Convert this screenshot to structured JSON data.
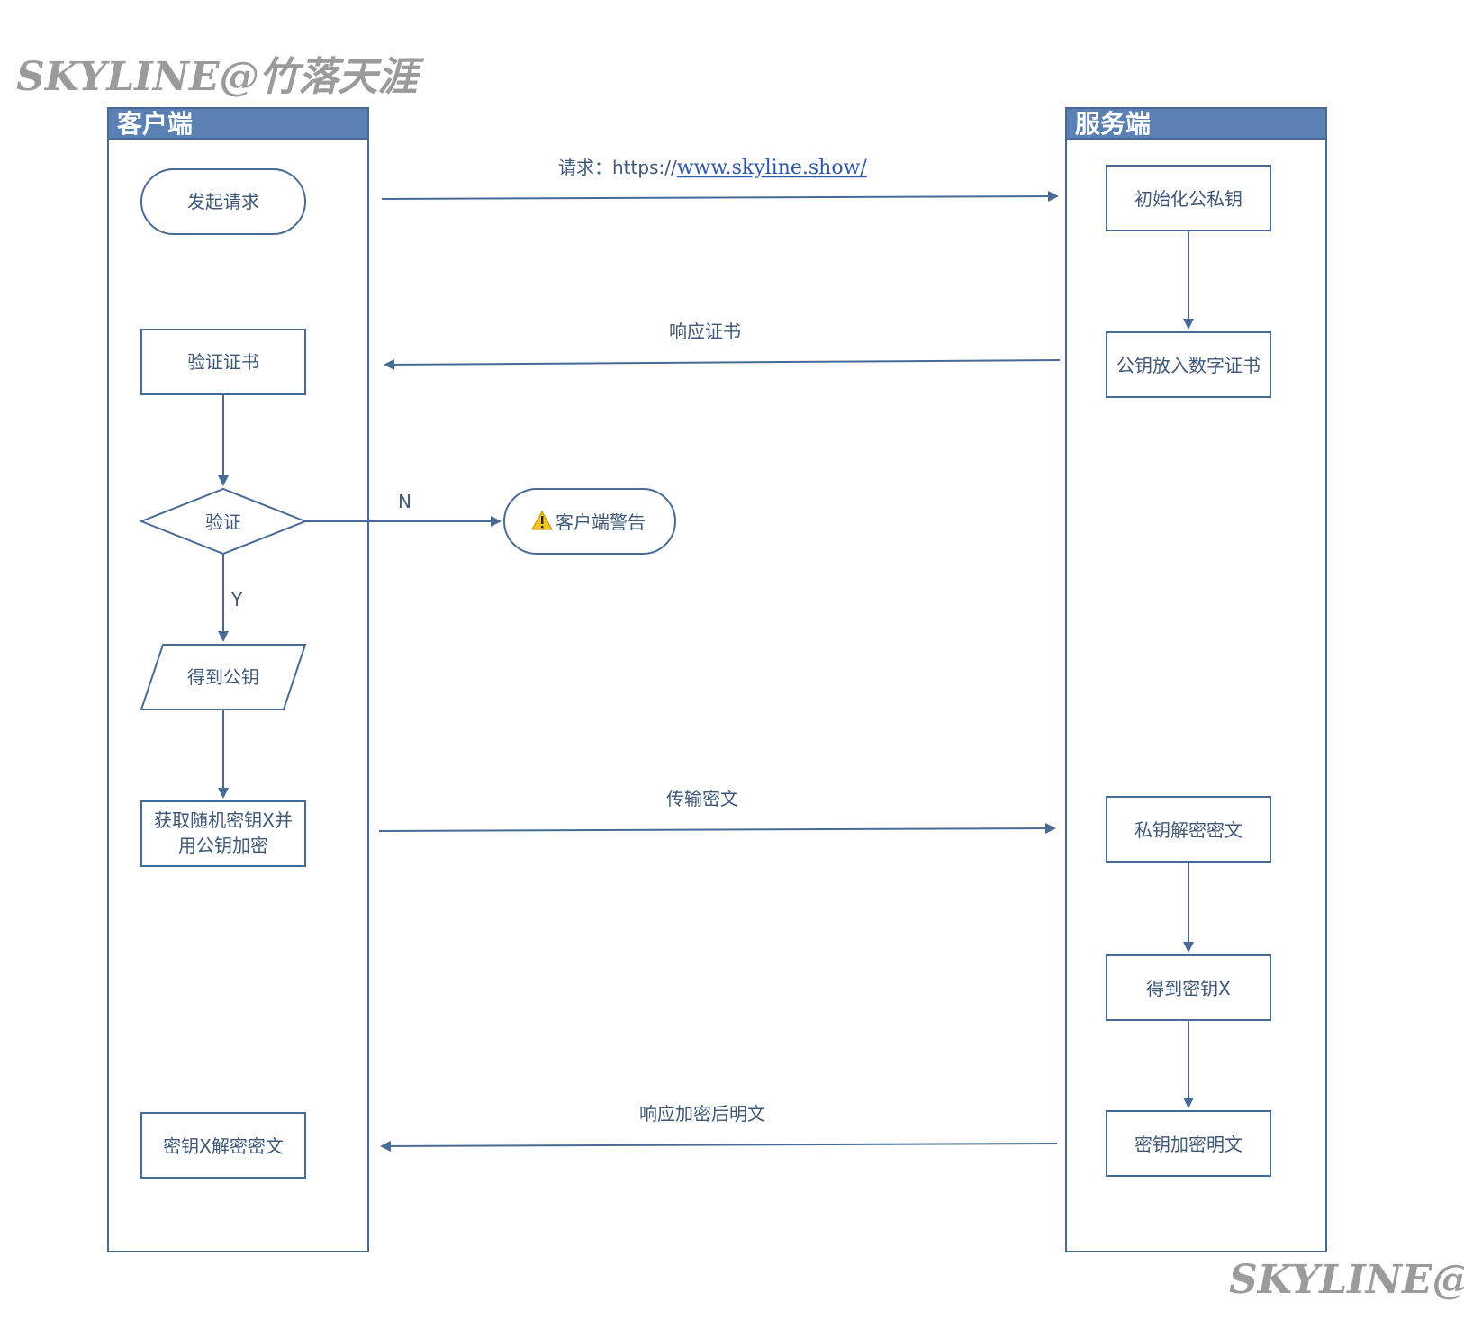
{
  "watermark": {
    "text": "SKYLINE@竹落天涯"
  },
  "lanes": {
    "client": {
      "title": "客户端"
    },
    "server": {
      "title": "服务端"
    }
  },
  "nodes": {
    "initiate_request": "发起请求",
    "verify_certificate": "验证证书",
    "verify_decision": "验证",
    "client_warning": "客户端警告",
    "get_public_key": "得到公钥",
    "encrypt_key_line1": "获取随机密钥X并",
    "encrypt_key_line2": "用公钥加密",
    "decrypt_ciphertext_client": "密钥X解密密文",
    "init_keys": "初始化公私钥",
    "put_key_in_cert": "公钥放入数字证书",
    "private_decrypt": "私钥解密密文",
    "get_key_x": "得到密钥X",
    "encrypt_plaintext": "密钥加密明文"
  },
  "edges": {
    "request_prefix": "请求：https://",
    "request_link": "www.skyline.show/",
    "respond_certificate": "响应证书",
    "branch_no": "N",
    "branch_yes": "Y",
    "transfer_ciphertext": "传输密文",
    "respond_encrypted_plaintext": "响应加密后明文"
  },
  "colors": {
    "lane_header": "#5b80b4",
    "stroke": "#4a6a96",
    "text": "#3f5878",
    "warning": "#f5c518"
  },
  "icons": {
    "warning": "warning-triangle-icon"
  }
}
